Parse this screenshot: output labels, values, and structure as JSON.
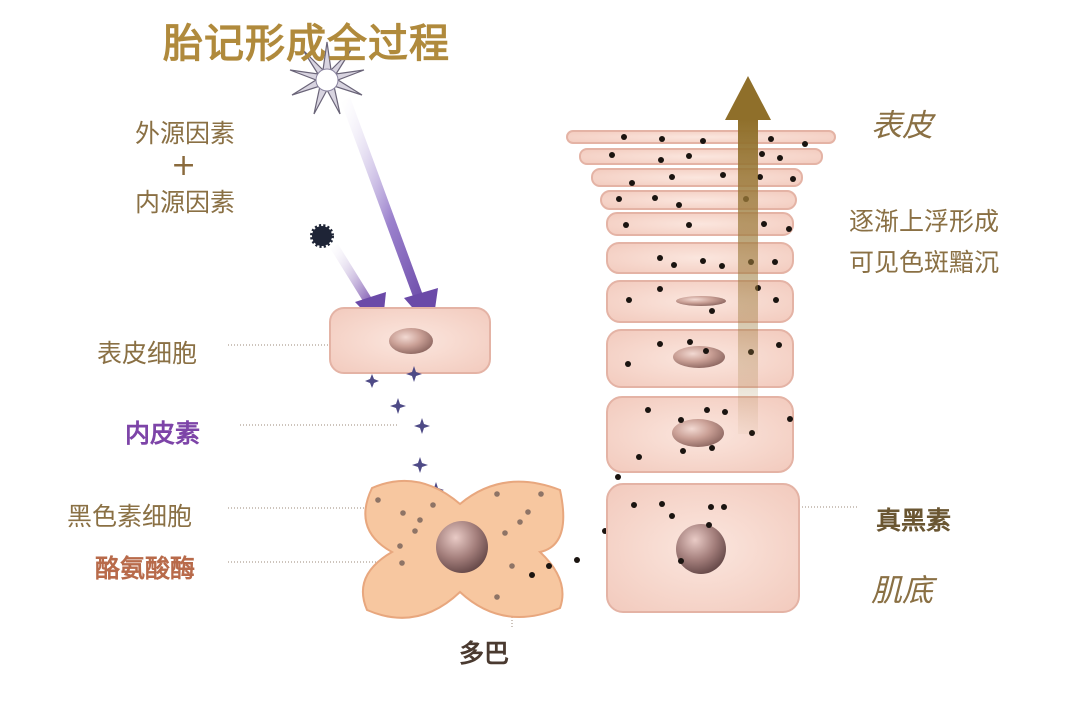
{
  "title": "胎记形成全过程",
  "labels": {
    "external_factor": "外源因素",
    "plus": "+",
    "internal_factor": "内源因素",
    "epidermal_cell": "表皮细胞",
    "endothelin": "内皮素",
    "melanocyte": "黑色素细胞",
    "tyrosinase": "酪氨酸酶",
    "dopa": "多巴",
    "epidermis": "表皮",
    "float_up_line1": "逐渐上浮形成",
    "float_up_line2": "可见色斑黯沉",
    "eumelanin": "真黑素",
    "base_layer": "肌底"
  },
  "colors": {
    "title": "#b08a3c",
    "label_text": "#8a7044",
    "endothelin_label": "#7d44a8",
    "tyrosinase_label": "#b86a4a",
    "dopa_label": "#4a3a30",
    "cell_fill": "#f6d6cc",
    "cell_stroke": "#e4b3a5",
    "melanocyte_fill": "#f7c7a0",
    "arrow_purple": "#7c5bb4",
    "arrow_gold": "#8f6f2a",
    "melanin_dot": "#1a1410"
  }
}
